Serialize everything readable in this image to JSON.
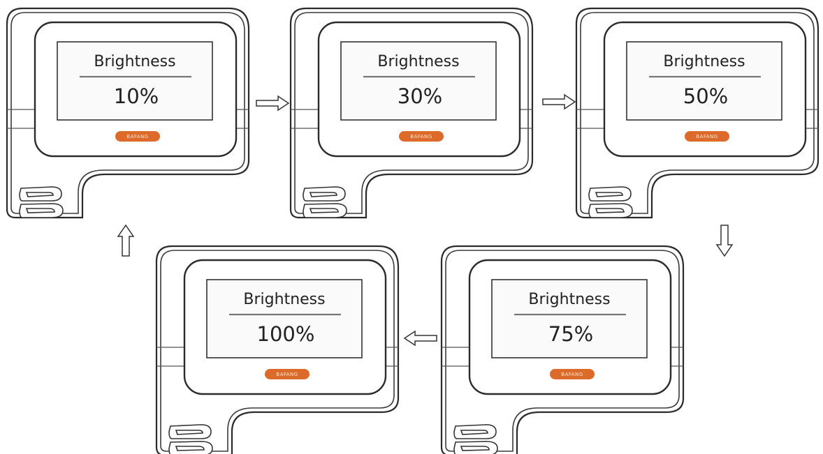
{
  "diagram": {
    "accent_color": "#dc6a2a",
    "screen_title": "Brightness",
    "steps": [
      {
        "value": "10%",
        "brand_text": "BAFANG"
      },
      {
        "value": "30%",
        "brand_text": "BAFANG"
      },
      {
        "value": "50%",
        "brand_text": "BAFANG"
      },
      {
        "value": "75%",
        "brand_text": "BAFANG"
      },
      {
        "value": "100%",
        "brand_text": "BAFANG"
      }
    ],
    "arrows": [
      {
        "from": "10%",
        "to": "30%",
        "direction": "right"
      },
      {
        "from": "30%",
        "to": "50%",
        "direction": "right"
      },
      {
        "from": "50%",
        "to": "75%",
        "direction": "down"
      },
      {
        "from": "75%",
        "to": "100%",
        "direction": "left"
      },
      {
        "from": "100%",
        "to": "10%",
        "direction": "up"
      }
    ]
  }
}
